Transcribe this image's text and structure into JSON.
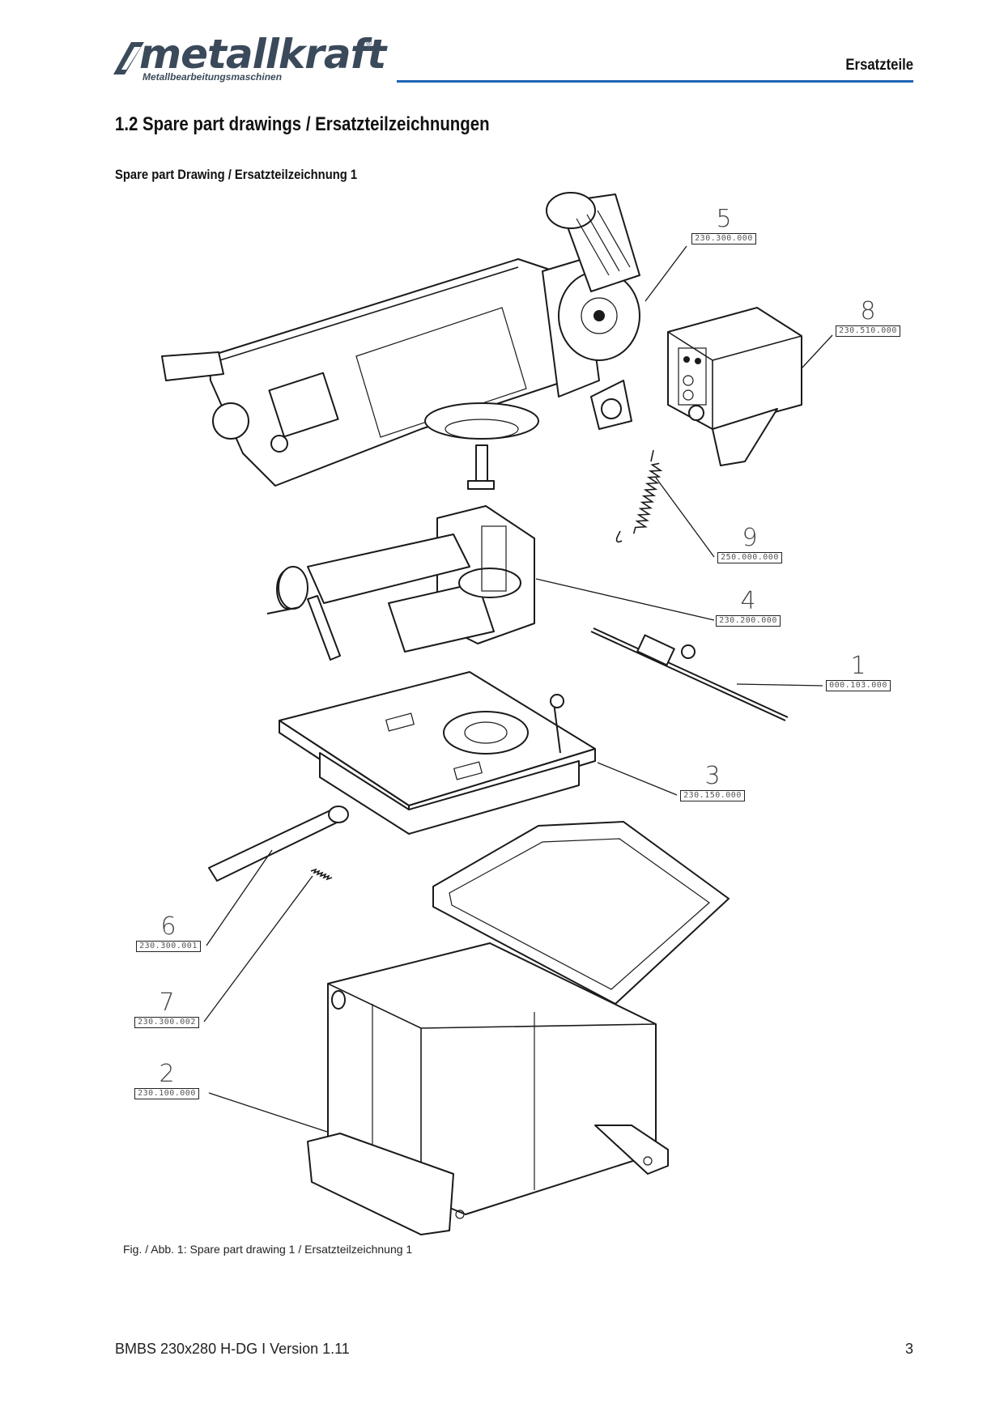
{
  "header": {
    "logo_text": "metallkraft",
    "logo_tagline": "Metallbearbeitungsmaschinen",
    "logo_registered": "®",
    "section_label": "Ersatzteile",
    "accent_color": "#1f64b4"
  },
  "content": {
    "section_title": "1.2 Spare part drawings / Ersatzteilzeichnungen",
    "drawing_title": "Spare part Drawing / Ersatzteilzeichnung 1",
    "caption": "Fig. / Abb. 1: Spare part drawing 1 / Ersatzteilzeichnung 1"
  },
  "callouts": [
    {
      "num": "5",
      "code": "230.300.000"
    },
    {
      "num": "8",
      "code": "230.510.000"
    },
    {
      "num": "9",
      "code": "250.000.000"
    },
    {
      "num": "4",
      "code": "230.200.000"
    },
    {
      "num": "1",
      "code": "000.103.000"
    },
    {
      "num": "3",
      "code": "230.150.000"
    },
    {
      "num": "6",
      "code": "230.300.001"
    },
    {
      "num": "7",
      "code": "230.300.002"
    },
    {
      "num": "2",
      "code": "230.100.000"
    }
  ],
  "footer": {
    "doc_version": "BMBS 230x280 H-DG I Version 1.11",
    "page_number": "3"
  }
}
